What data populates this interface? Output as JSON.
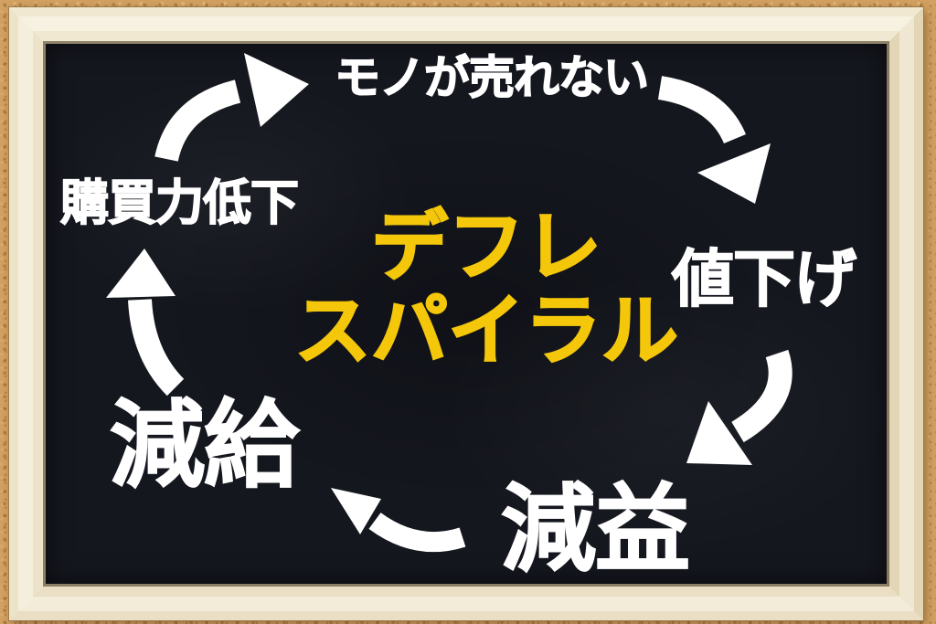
{
  "board": {
    "center_title": {
      "line1": "デフレ",
      "line2": "スパイラル"
    },
    "cycle_nodes": [
      {
        "position": "top",
        "label": "モノが売れない"
      },
      {
        "position": "right",
        "label": "値下げ"
      },
      {
        "position": "bottom-right",
        "label": "減益"
      },
      {
        "position": "bottom-left",
        "label": "減給"
      },
      {
        "position": "left",
        "label": "購買力低下"
      }
    ],
    "arrow_count": 5,
    "colors": {
      "blackboard": "#15171f",
      "title_text": "#f4c70a",
      "node_text": "#ffffff",
      "arrows": "#ffffff",
      "wood_frame": "#eadfc4",
      "cork_background": "#d2a161"
    }
  }
}
